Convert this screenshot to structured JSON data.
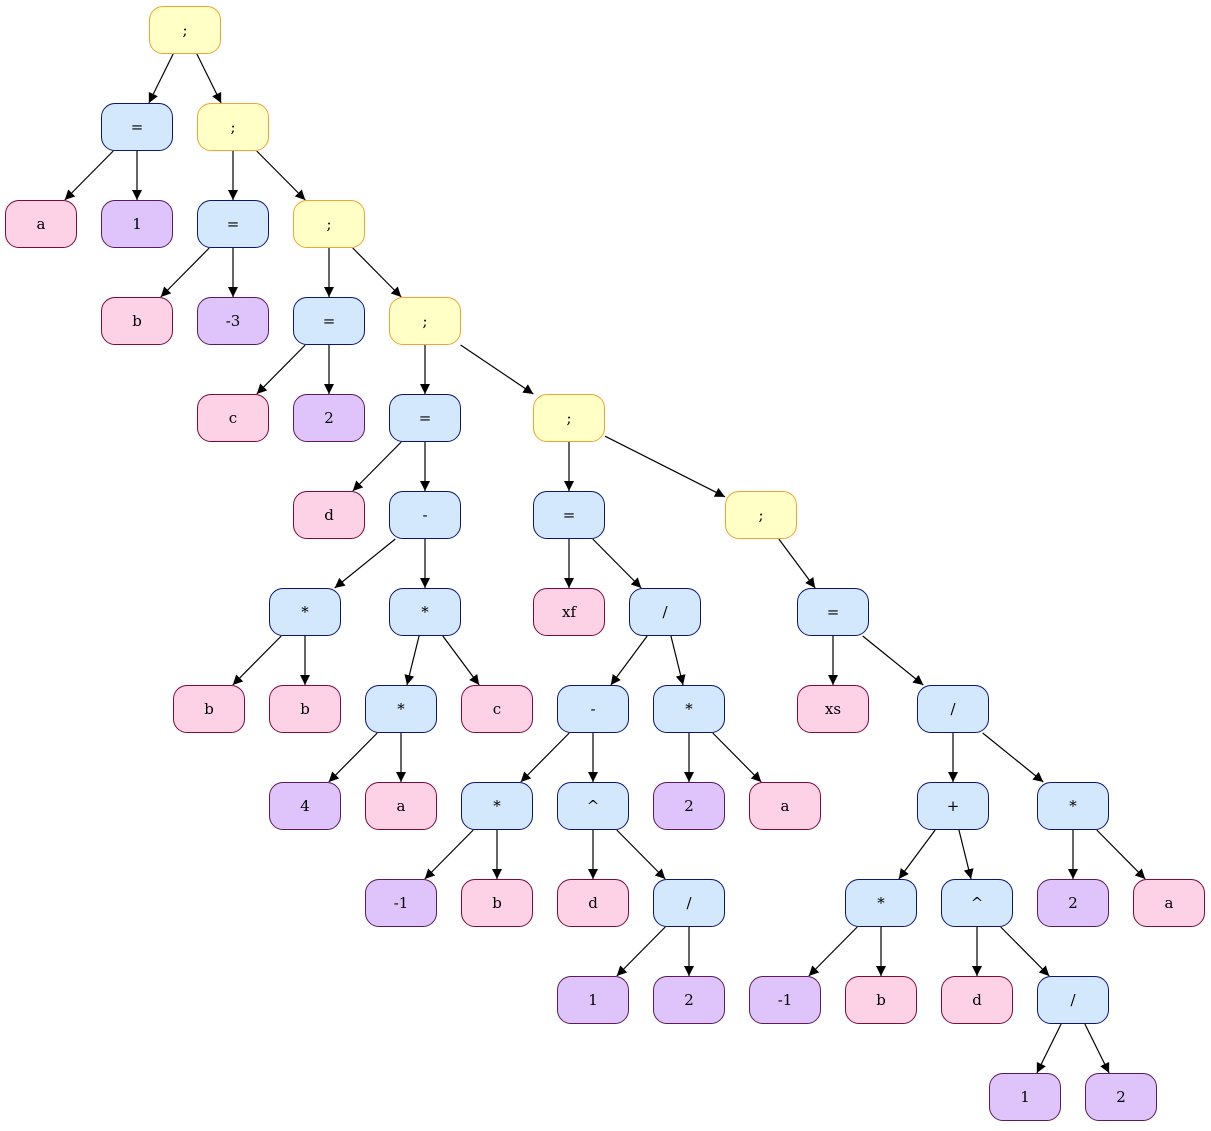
{
  "nodes": [
    {
      "id": "n1",
      "label": ";",
      "kind": "seq"
    },
    {
      "id": "n2",
      "label": "=",
      "kind": "op"
    },
    {
      "id": "n3",
      "label": ";",
      "kind": "seq"
    },
    {
      "id": "n4",
      "label": "a",
      "kind": "var"
    },
    {
      "id": "n5",
      "label": "1",
      "kind": "num"
    },
    {
      "id": "n6",
      "label": "=",
      "kind": "op"
    },
    {
      "id": "n7",
      "label": ";",
      "kind": "seq"
    },
    {
      "id": "n8",
      "label": "b",
      "kind": "var"
    },
    {
      "id": "n9",
      "label": "-3",
      "kind": "num"
    },
    {
      "id": "n10",
      "label": "=",
      "kind": "op"
    },
    {
      "id": "n11",
      "label": ";",
      "kind": "seq"
    },
    {
      "id": "n12",
      "label": "c",
      "kind": "var"
    },
    {
      "id": "n13",
      "label": "2",
      "kind": "num"
    },
    {
      "id": "n14",
      "label": "=",
      "kind": "op"
    },
    {
      "id": "n15",
      "label": ";",
      "kind": "seq"
    },
    {
      "id": "n16",
      "label": "d",
      "kind": "var"
    },
    {
      "id": "n17",
      "label": "-",
      "kind": "op"
    },
    {
      "id": "n18",
      "label": "*",
      "kind": "op"
    },
    {
      "id": "n19",
      "label": "*",
      "kind": "op"
    },
    {
      "id": "n20",
      "label": "b",
      "kind": "var"
    },
    {
      "id": "n21",
      "label": "b",
      "kind": "var"
    },
    {
      "id": "n22",
      "label": "*",
      "kind": "op"
    },
    {
      "id": "n23",
      "label": "c",
      "kind": "var"
    },
    {
      "id": "n24",
      "label": "4",
      "kind": "num"
    },
    {
      "id": "n25",
      "label": "a",
      "kind": "var"
    },
    {
      "id": "n26",
      "label": "=",
      "kind": "op"
    },
    {
      "id": "n27",
      "label": ";",
      "kind": "seq"
    },
    {
      "id": "n28",
      "label": "xf",
      "kind": "var"
    },
    {
      "id": "n29",
      "label": "/",
      "kind": "op"
    },
    {
      "id": "n30",
      "label": "-",
      "kind": "op"
    },
    {
      "id": "n31",
      "label": "*",
      "kind": "op"
    },
    {
      "id": "n32",
      "label": "*",
      "kind": "op"
    },
    {
      "id": "n33",
      "label": "^",
      "kind": "op"
    },
    {
      "id": "n34",
      "label": "-1",
      "kind": "num"
    },
    {
      "id": "n35",
      "label": "b",
      "kind": "var"
    },
    {
      "id": "n36",
      "label": "d",
      "kind": "var"
    },
    {
      "id": "n37",
      "label": "/",
      "kind": "op"
    },
    {
      "id": "n38",
      "label": "1",
      "kind": "num"
    },
    {
      "id": "n39",
      "label": "2",
      "kind": "num"
    },
    {
      "id": "n40",
      "label": "2",
      "kind": "num"
    },
    {
      "id": "n41",
      "label": "a",
      "kind": "var"
    },
    {
      "id": "n42",
      "label": "=",
      "kind": "op"
    },
    {
      "id": "n43",
      "label": "xs",
      "kind": "var"
    },
    {
      "id": "n44",
      "label": "/",
      "kind": "op"
    },
    {
      "id": "n45",
      "label": "+",
      "kind": "op"
    },
    {
      "id": "n46",
      "label": "*",
      "kind": "op"
    },
    {
      "id": "n47",
      "label": "*",
      "kind": "op"
    },
    {
      "id": "n48",
      "label": "^",
      "kind": "op"
    },
    {
      "id": "n49",
      "label": "-1",
      "kind": "num"
    },
    {
      "id": "n50",
      "label": "b",
      "kind": "var"
    },
    {
      "id": "n51",
      "label": "d",
      "kind": "var"
    },
    {
      "id": "n52",
      "label": "/",
      "kind": "op"
    },
    {
      "id": "n53",
      "label": "1",
      "kind": "num"
    },
    {
      "id": "n54",
      "label": "2",
      "kind": "num"
    },
    {
      "id": "n55",
      "label": "2",
      "kind": "num"
    },
    {
      "id": "n56",
      "label": "a",
      "kind": "var"
    }
  ],
  "edges": [
    [
      "n1",
      "n2"
    ],
    [
      "n1",
      "n3"
    ],
    [
      "n2",
      "n4"
    ],
    [
      "n2",
      "n5"
    ],
    [
      "n3",
      "n6"
    ],
    [
      "n3",
      "n7"
    ],
    [
      "n6",
      "n8"
    ],
    [
      "n6",
      "n9"
    ],
    [
      "n7",
      "n10"
    ],
    [
      "n7",
      "n11"
    ],
    [
      "n10",
      "n12"
    ],
    [
      "n10",
      "n13"
    ],
    [
      "n11",
      "n14"
    ],
    [
      "n11",
      "n15"
    ],
    [
      "n14",
      "n16"
    ],
    [
      "n14",
      "n17"
    ],
    [
      "n17",
      "n18"
    ],
    [
      "n17",
      "n19"
    ],
    [
      "n18",
      "n20"
    ],
    [
      "n18",
      "n21"
    ],
    [
      "n19",
      "n22"
    ],
    [
      "n19",
      "n23"
    ],
    [
      "n22",
      "n24"
    ],
    [
      "n22",
      "n25"
    ],
    [
      "n15",
      "n26"
    ],
    [
      "n15",
      "n27"
    ],
    [
      "n26",
      "n28"
    ],
    [
      "n26",
      "n29"
    ],
    [
      "n29",
      "n30"
    ],
    [
      "n29",
      "n31"
    ],
    [
      "n30",
      "n32"
    ],
    [
      "n30",
      "n33"
    ],
    [
      "n32",
      "n34"
    ],
    [
      "n32",
      "n35"
    ],
    [
      "n33",
      "n36"
    ],
    [
      "n33",
      "n37"
    ],
    [
      "n37",
      "n38"
    ],
    [
      "n37",
      "n39"
    ],
    [
      "n31",
      "n40"
    ],
    [
      "n31",
      "n41"
    ],
    [
      "n27",
      "n42"
    ],
    [
      "n42",
      "n43"
    ],
    [
      "n42",
      "n44"
    ],
    [
      "n44",
      "n45"
    ],
    [
      "n44",
      "n46"
    ],
    [
      "n45",
      "n47"
    ],
    [
      "n45",
      "n48"
    ],
    [
      "n47",
      "n49"
    ],
    [
      "n47",
      "n50"
    ],
    [
      "n48",
      "n51"
    ],
    [
      "n48",
      "n52"
    ],
    [
      "n52",
      "n53"
    ],
    [
      "n52",
      "n54"
    ],
    [
      "n46",
      "n55"
    ],
    [
      "n46",
      "n56"
    ]
  ],
  "colors": {
    "seq_fill": "#ffffc6",
    "seq_border": "#f2a336",
    "op_fill": "#d3e7fd",
    "op_border": "#0c1670",
    "var_fill": "#fed2e6",
    "var_border": "#7a0b3b",
    "num_fill": "#dfc4fb",
    "num_border": "#5b1a5b",
    "edge": "#000000"
  }
}
